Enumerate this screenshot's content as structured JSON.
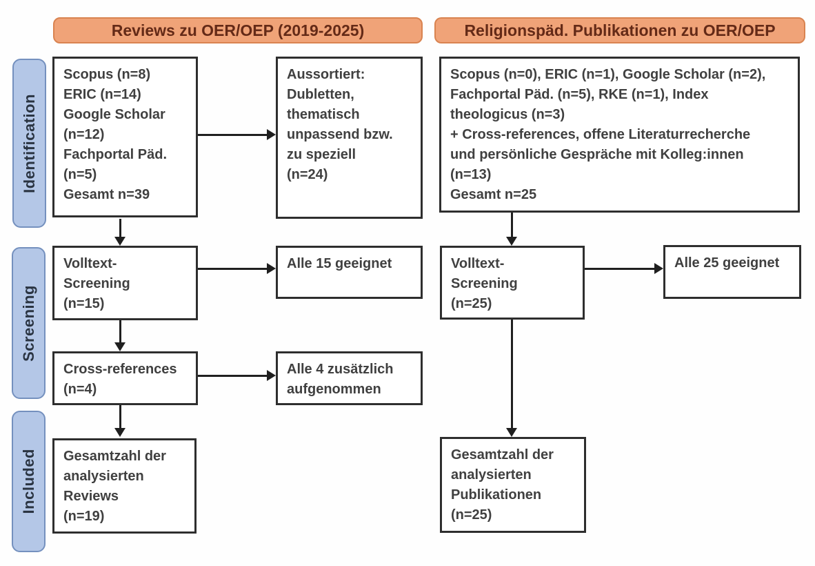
{
  "diagram": {
    "title": "PRISMA-style literature flow diagram",
    "columns": [
      {
        "header": "Reviews zu OER/OEP (2019-2025)"
      },
      {
        "header": "Religionspäd. Publikationen zu OER/OEP"
      }
    ],
    "stages": [
      {
        "label": "Identification"
      },
      {
        "label": "Screening"
      },
      {
        "label": "Included"
      }
    ],
    "boxes": {
      "left_identification": "Scopus (n=8)\nERIC (n=14)\nGoogle Scholar\n(n=12)\nFachportal Päd.\n(n=5)\nGesamt n=39",
      "left_excluded": "Aussortiert:\nDubletten,\nthematisch\nunpassend bzw.\nzu speziell\n(n=24)",
      "left_fulltext": "Volltext-\nScreening\n(n=15)",
      "left_fulltext_result": "Alle 15 geeignet",
      "left_crossref": "Cross-references\n(n=4)",
      "left_crossref_result": "Alle 4 zusätzlich\naufgenommen",
      "left_included": "Gesamtzahl der\nanalysierten\nReviews\n(n=19)",
      "right_identification": "Scopus (n=0), ERIC (n=1), Google Scholar (n=2),\nFachportal Päd. (n=5), RKE (n=1), Index\ntheologicus (n=3)\n+ Cross-references, offene Literaturrecherche\nund persönliche Gespräche mit Kolleg:innen\n(n=13)\nGesamt n=25",
      "right_fulltext": "Volltext-\nScreening\n(n=25)",
      "right_fulltext_result": "Alle 25 geeignet",
      "right_included": "Gesamtzahl der\nanalysierten\nPublikationen\n(n=25)"
    },
    "colors": {
      "header_fill": "#F0A378",
      "header_border": "#D98350",
      "header_text": "#642A17",
      "stage_fill": "#B4C7E7",
      "stage_border": "#7490BE",
      "stage_text": "#2A3442",
      "box_border": "#2E2E2E",
      "box_text": "#404040",
      "arrow": "#1F1F1F",
      "background": "#FFFFFF"
    }
  }
}
